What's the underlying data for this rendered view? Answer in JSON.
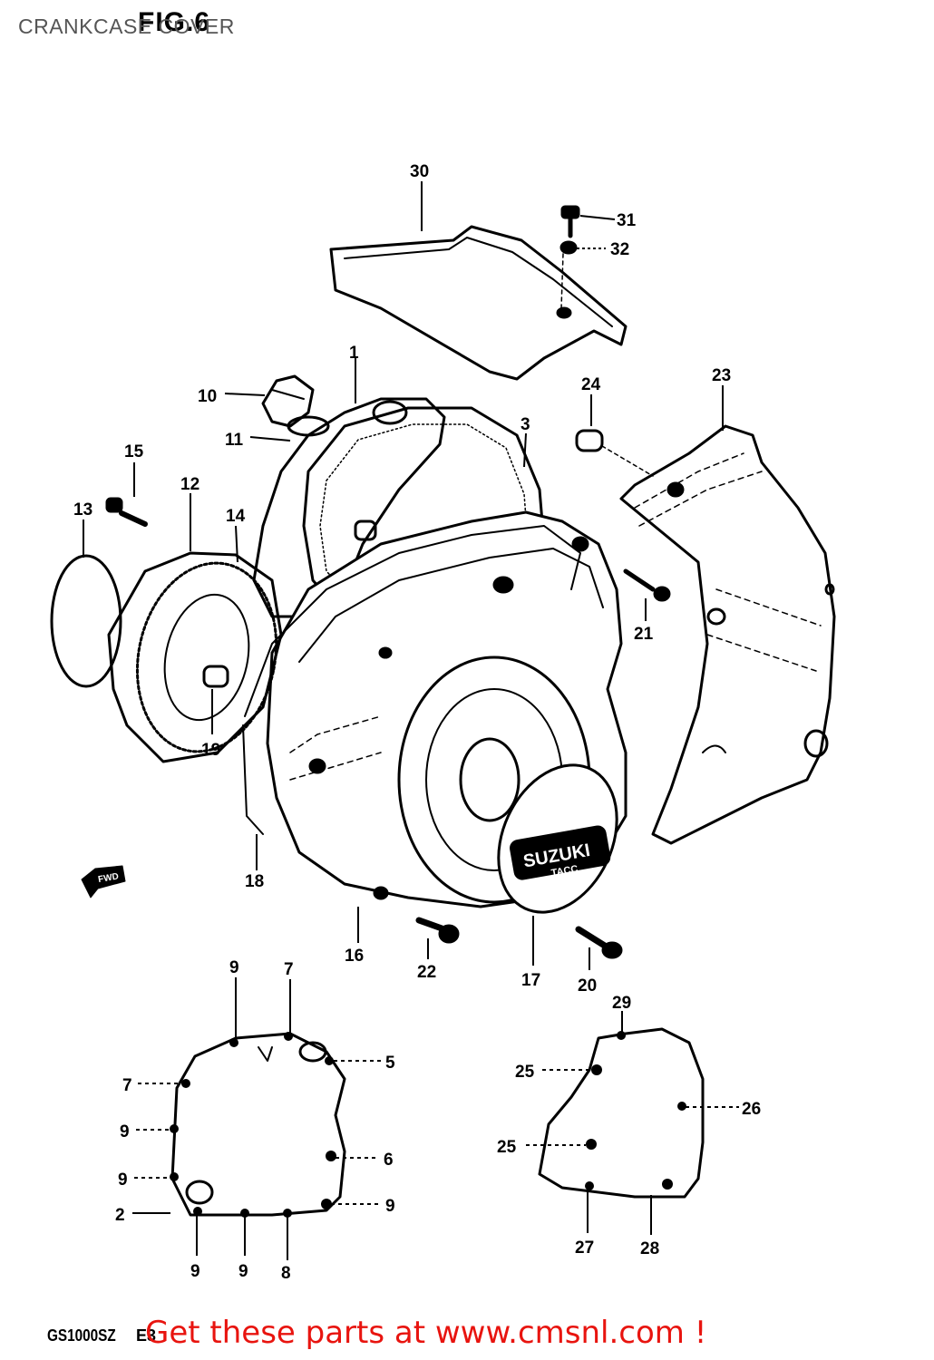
{
  "header": {
    "title": "CRANKCASE COVER",
    "figure_label": "FIG.6"
  },
  "footer": {
    "model_code": "GS1000SZ",
    "model_suffix": "E3",
    "promo_text": "Get these parts at www.cmsnl.com !",
    "promo_color": "#e8140f"
  },
  "cover_badge": {
    "brand": "SUZUKI",
    "sub": "TACC"
  },
  "direction_marker": "FWD",
  "callouts": [
    {
      "id": "1",
      "text": "1"
    },
    {
      "id": "2",
      "text": "2"
    },
    {
      "id": "3",
      "text": "3"
    },
    {
      "id": "5",
      "text": "5"
    },
    {
      "id": "6",
      "text": "6"
    },
    {
      "id": "7a",
      "text": "7"
    },
    {
      "id": "7b",
      "text": "7"
    },
    {
      "id": "8",
      "text": "8"
    },
    {
      "id": "9a",
      "text": "9"
    },
    {
      "id": "9b",
      "text": "9"
    },
    {
      "id": "9c",
      "text": "9"
    },
    {
      "id": "9d",
      "text": "9"
    },
    {
      "id": "9e",
      "text": "9"
    },
    {
      "id": "9f",
      "text": "9"
    },
    {
      "id": "10",
      "text": "10"
    },
    {
      "id": "11",
      "text": "11"
    },
    {
      "id": "12",
      "text": "12"
    },
    {
      "id": "13",
      "text": "13"
    },
    {
      "id": "14",
      "text": "14"
    },
    {
      "id": "15",
      "text": "15"
    },
    {
      "id": "16",
      "text": "16"
    },
    {
      "id": "17",
      "text": "17"
    },
    {
      "id": "18",
      "text": "18"
    },
    {
      "id": "19",
      "text": "19"
    },
    {
      "id": "20",
      "text": "20"
    },
    {
      "id": "21",
      "text": "21"
    },
    {
      "id": "22",
      "text": "22"
    },
    {
      "id": "23",
      "text": "23"
    },
    {
      "id": "24",
      "text": "24"
    },
    {
      "id": "25a",
      "text": "25"
    },
    {
      "id": "25b",
      "text": "25"
    },
    {
      "id": "26",
      "text": "26"
    },
    {
      "id": "27",
      "text": "27"
    },
    {
      "id": "28",
      "text": "28"
    },
    {
      "id": "29",
      "text": "29"
    },
    {
      "id": "30",
      "text": "30"
    },
    {
      "id": "31",
      "text": "31"
    },
    {
      "id": "32",
      "text": "32"
    }
  ]
}
